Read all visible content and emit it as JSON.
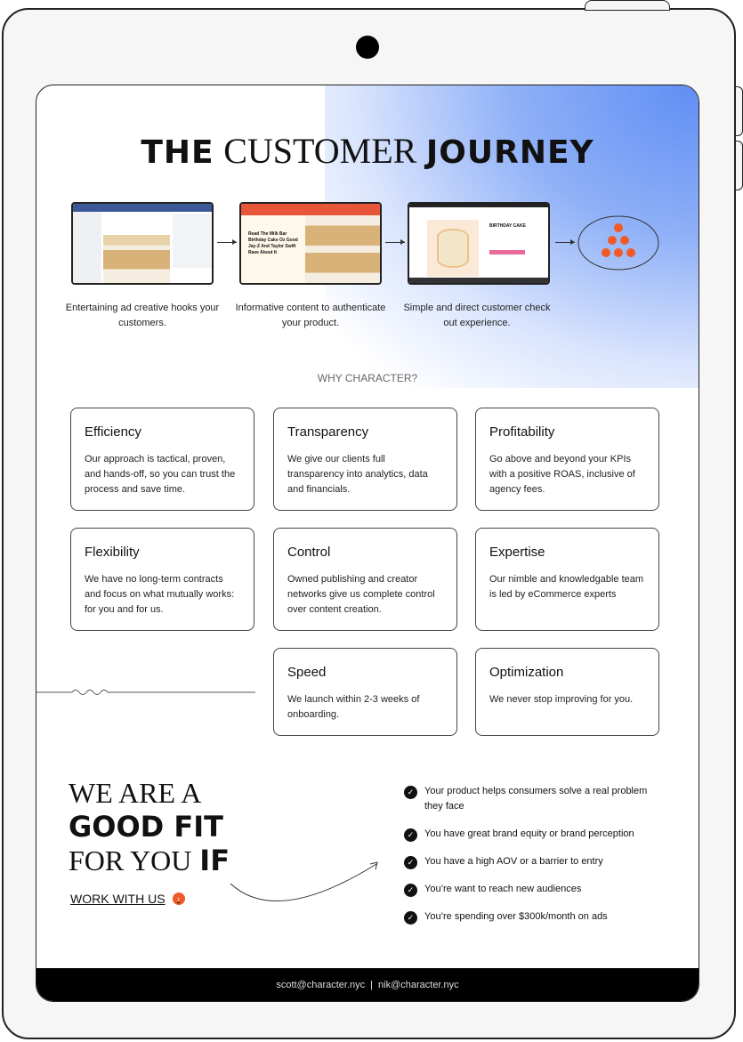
{
  "title": {
    "part1": "THE",
    "part2": "CUSTOMER",
    "part3": "JOURNEY"
  },
  "journey": [
    {
      "caption": "Entertaining ad creative hooks your customers."
    },
    {
      "caption": "Informative content to authenticate your product.",
      "mock_headline": "Read The Milk Bar Birthday Cake Oz Good Jay-Z And Taylor Swift Rave About It"
    },
    {
      "caption": "Simple and direct customer check out experience.",
      "mock_product": "BIRTHDAY CAKE"
    }
  ],
  "why": "WHY CHARACTER?",
  "cards": [
    {
      "title": "Efficiency",
      "text": "Our approach is tactical, proven, and hands-off, so you can trust the process and save time."
    },
    {
      "title": "Transparency",
      "text": "We give our clients full transparency into analytics, data and financials."
    },
    {
      "title": "Profitability",
      "text": "Go above and beyond your KPIs with a positive ROAS, inclusive of agency fees."
    },
    {
      "title": "Flexibility",
      "text": "We have no long-term contracts and focus on what mutually works: for you and for us."
    },
    {
      "title": "Control",
      "text": "Owned publishing and creator networks give us complete control over content creation."
    },
    {
      "title": "Expertise",
      "text": "Our nimble and knowledgable team is led by eCommerce experts"
    },
    {
      "title": "Speed",
      "text": "We launch within 2-3 weeks of onboarding."
    },
    {
      "title": "Optimization",
      "text": "We never stop improving for you."
    }
  ],
  "fit": {
    "line1": "WE ARE A",
    "line2": "GOOD FIT",
    "line3a": "FOR YOU",
    "line3b": "IF"
  },
  "cta": "WORK WITH US",
  "criteria": [
    "Your product helps consumers solve a real problem they face",
    "You have great brand equity or brand perception",
    "You have a high AOV or a barrier to entry",
    "You’re want to reach new audiences",
    "You’re spending over $300k/month on ads"
  ],
  "footer": {
    "email1": "scott@character.nyc",
    "sep": "|",
    "email2": "nik@character.nyc"
  },
  "colors": {
    "accent": "#f05a28",
    "gradient": "#5f8ef4"
  }
}
